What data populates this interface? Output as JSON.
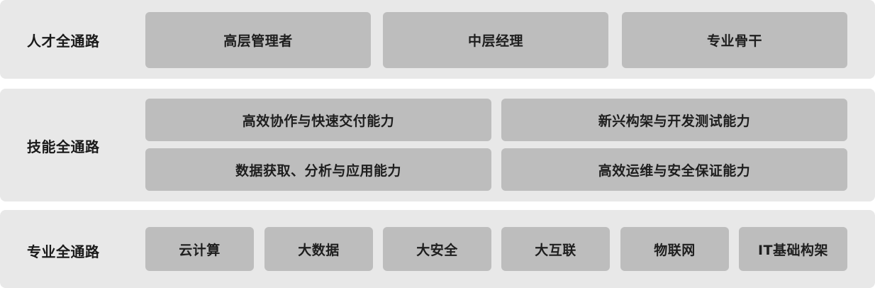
{
  "bands": {
    "talent": {
      "label": "人才全通路",
      "items": [
        "高层管理者",
        "中层经理",
        "专业骨干"
      ]
    },
    "skills": {
      "label": "技能全通路",
      "items": [
        "高效协作与快速交付能力",
        "新兴构架与开发测试能力",
        "数据获取、分析与应用能力",
        "高效运维与安全保证能力"
      ]
    },
    "professional": {
      "label": "专业全通路",
      "items": [
        "云计算",
        "大数据",
        "大安全",
        "大互联",
        "物联网",
        "IT基础构架"
      ]
    }
  },
  "colors": {
    "band_background": "#e8e8e8",
    "box_background": "#bdbdbd",
    "text": "#1e1e1e"
  }
}
